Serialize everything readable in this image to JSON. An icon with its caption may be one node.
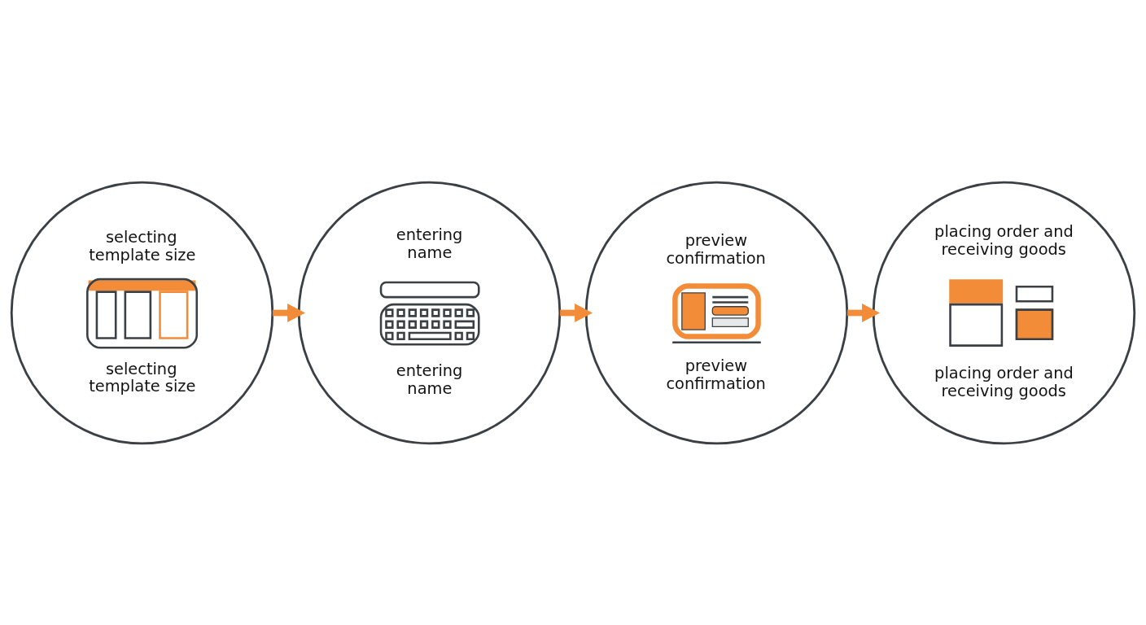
{
  "diagram": {
    "nodes": [
      {
        "text": [
          "selecting template size",
          "selecting template size"
        ]
      },
      {
        "text": [
          "entering name",
          "entering name"
        ]
      },
      {
        "text": [
          "preview confirmation",
          "preview confirmation"
        ]
      },
      {
        "text": [
          "placing order and receiving goods",
          "placing order and receiving goods"
        ]
      }
    ],
    "edges": [
      {
        "from": 0,
        "to": 1,
        "arrow": "to"
      },
      {
        "from": 1,
        "to": 2,
        "arrow": "to"
      },
      {
        "from": 2,
        "to": 3,
        "arrow": "to"
      }
    ]
  }
}
